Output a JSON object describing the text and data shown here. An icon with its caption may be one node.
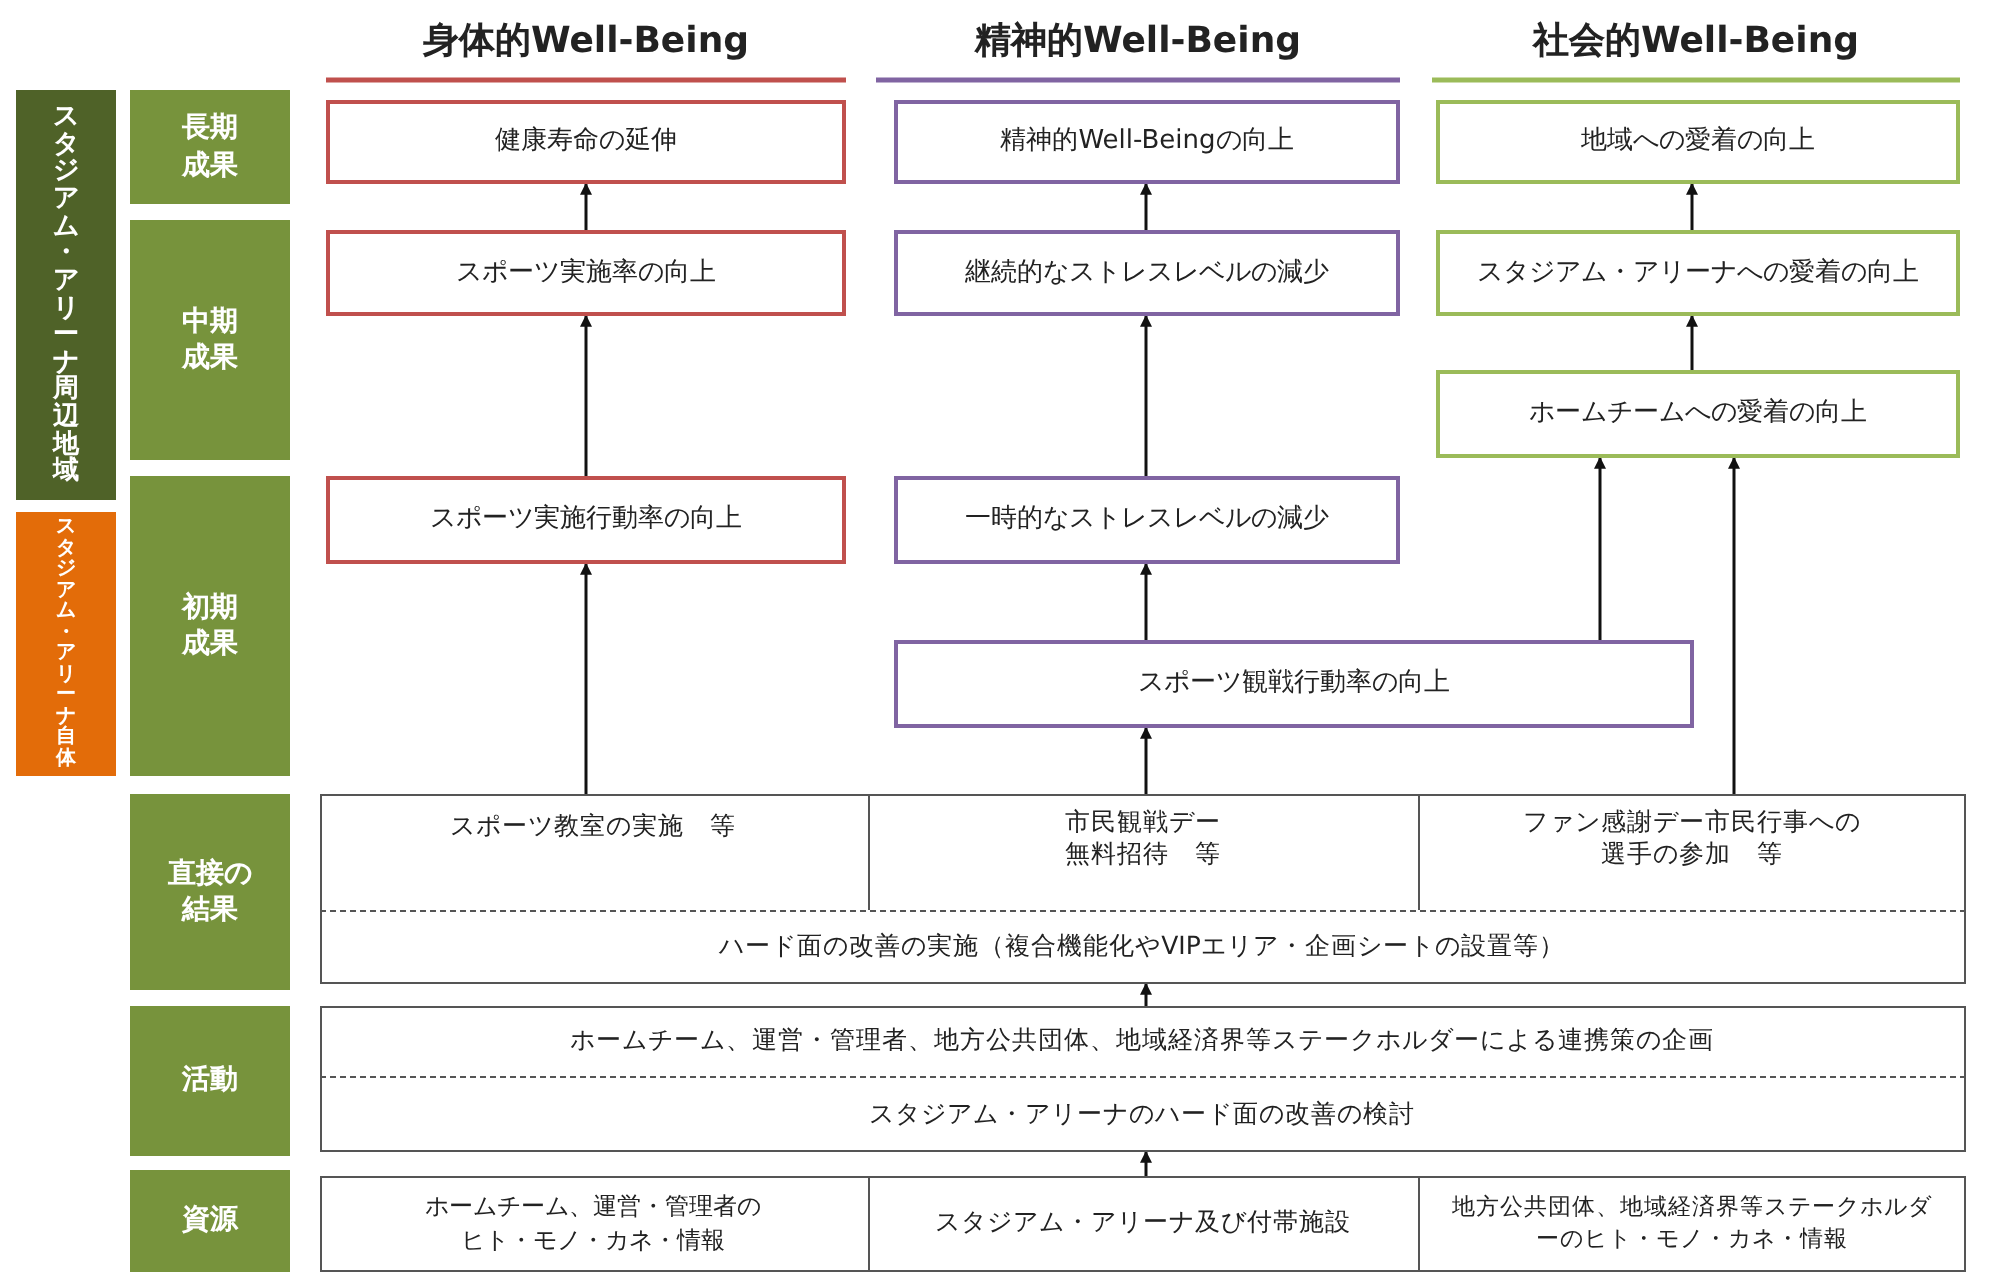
{
  "diagram": {
    "nodes": [
      {
        "text": [
          "スタジアム・アリーナ周辺地域"
        ]
      },
      {
        "text": [
          "スタジアム・アリーナ自体"
        ]
      },
      {
        "text": [
          "長期成果"
        ]
      },
      {
        "text": [
          "中期成果"
        ]
      },
      {
        "text": [
          "初期成果"
        ]
      },
      {
        "text": [
          "直接の結果"
        ]
      },
      {
        "text": [
          "活動"
        ]
      },
      {
        "text": [
          "資源"
        ]
      },
      {
        "text": [
          "健康寿命の延伸"
        ]
      },
      {
        "text": [
          "スポーツ実施率の向上"
        ]
      },
      {
        "text": [
          "スポーツ実施行動率の向上"
        ]
      },
      {
        "text": [
          "精神的Well-Beingの向上"
        ]
      },
      {
        "text": [
          "継続的なストレスレベルの減少"
        ]
      },
      {
        "text": [
          "一時的なストレスレベルの減少"
        ]
      },
      {
        "text": [
          "スポーツ観戦行動率の向上"
        ]
      },
      {
        "text": [
          "地域への愛着の向上"
        ]
      },
      {
        "text": [
          "スタジアム・アリーナへの愛着の向上"
        ]
      },
      {
        "text": [
          "ホームチームへの愛着の向上"
        ]
      },
      {
        "text": [],
        "shape": "box"
      },
      {
        "text": [
          "スポーツ教室の実施　等"
        ],
        "in": 18
      },
      {
        "text": [
          "市民観戦デー無料招待　等"
        ],
        "in": 18
      },
      {
        "text": [
          "ファン感謝デー市民行事への選手の参加　等"
        ],
        "in": 18
      },
      {
        "text": [
          "ハード面の改善の実施（複合機能化やVIPエリア・企画シートの設置等）"
        ],
        "in": 18
      },
      {
        "text": [],
        "shape": "box"
      },
      {
        "text": [
          "ホームチーム、運営・管理者、地方公共団体、地域経済界等ステークホルダーによる連携策の企画"
        ],
        "in": 23
      },
      {
        "text": [
          "スタジアム・アリーナのハード面の改善の検討"
        ],
        "in": 23
      },
      {
        "text": [],
        "shape": "box"
      },
      {
        "text": [
          "ホームチーム、運営・管理者のヒト・モノ・カネ・情報"
        ],
        "in": 26
      },
      {
        "text": [
          "スタジアム・アリーナ及び付帯施設"
        ],
        "in": 26
      },
      {
        "text": [
          "地方公共団体、地域経済界等ステークホルダーのヒト・モノ・カネ・情報"
        ],
        "in": 26
      }
    ],
    "edges": [
      {
        "from": 9,
        "to": 8,
        "arrow": "to"
      },
      {
        "from": 10,
        "to": 9,
        "arrow": "to"
      },
      {
        "from": 19,
        "to": 10,
        "arrow": "to"
      },
      {
        "from": 12,
        "to": 11,
        "arrow": "to"
      },
      {
        "from": 13,
        "to": 12,
        "arrow": "to"
      },
      {
        "from": 14,
        "to": 13,
        "arrow": "to"
      },
      {
        "from": 20,
        "to": 14,
        "arrow": "to"
      },
      {
        "from": 16,
        "to": 15,
        "arrow": "to"
      },
      {
        "from": 17,
        "to": 16,
        "arrow": "to"
      },
      {
        "from": 14,
        "to": 17,
        "arrow": "to"
      },
      {
        "from": 21,
        "to": 17,
        "arrow": "to"
      },
      {
        "from": 23,
        "to": 18,
        "arrow": "to"
      },
      {
        "from": 26,
        "to": 23,
        "arrow": "to"
      }
    ],
    "labels": [
      "身体的Well-Being",
      "精神的Well-Being",
      "社会的Well-Being"
    ]
  }
}
